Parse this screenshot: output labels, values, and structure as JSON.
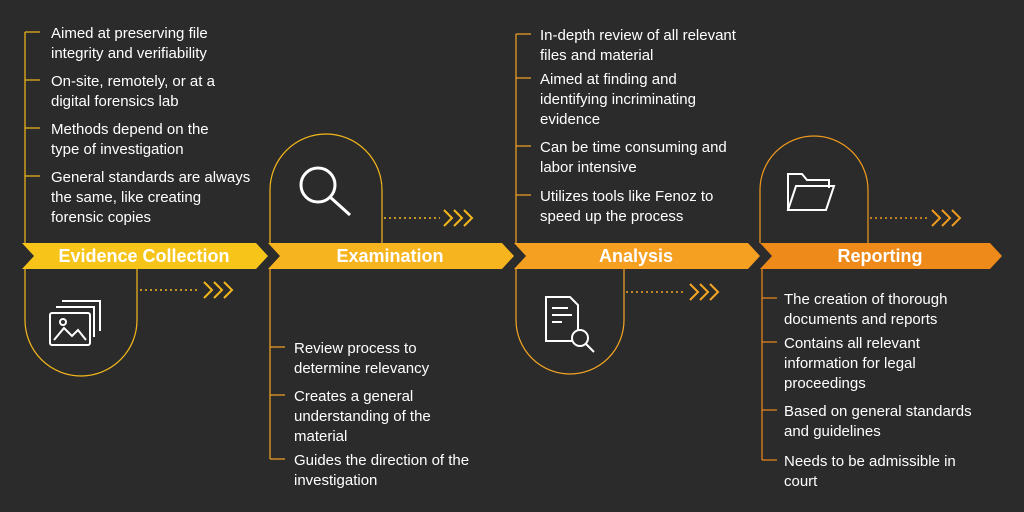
{
  "colors": {
    "background": "#2b2b2b",
    "stage1": "#f7c21a",
    "stage2": "#f5a623",
    "stage3": "#f39a1e",
    "stage4": "#ef8a1a"
  },
  "stages": [
    {
      "label": "Evidence Collection",
      "icon": "images-icon",
      "bullets": [
        "Aimed at preserving file integrity and verifiability",
        "On-site, remotely, or at a digital forensics lab",
        "Methods depend on the type of investigation",
        "General standards are always the same, like creating forensic copies"
      ]
    },
    {
      "label": "Examination",
      "icon": "search-icon",
      "bullets": [
        "Review process to determine relevancy",
        "Creates a general understanding of the material",
        "Guides the direction of the investigation"
      ]
    },
    {
      "label": "Analysis",
      "icon": "document-search-icon",
      "bullets": [
        "In-depth review of all relevant files and material",
        "Aimed at finding and identifying incriminating evidence",
        "Can be time consuming and labor intensive",
        "Utilizes tools like Fenoz to speed up the process"
      ]
    },
    {
      "label": "Reporting",
      "icon": "folder-icon",
      "bullets": [
        "The creation of thorough documents and reports",
        "Contains all relevant information for legal proceedings",
        "Based on general standards and guidelines",
        "Needs to be admissible in court"
      ]
    }
  ]
}
